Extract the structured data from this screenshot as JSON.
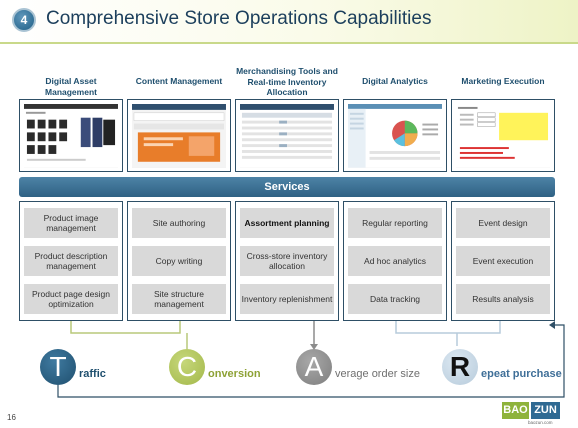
{
  "header": {
    "section_number": "4",
    "title": "Comprehensive Store Operations Capabilities"
  },
  "capabilities": [
    {
      "label": "Digital Asset Management"
    },
    {
      "label": "Content Management"
    },
    {
      "label": "Merchandising Tools and Real-time Inventory Allocation"
    },
    {
      "label": "Digital Analytics"
    },
    {
      "label": "Marketing Execution"
    }
  ],
  "services": {
    "title": "Services",
    "columns": [
      [
        "Product image management",
        "Product description management",
        "Product page design optimization"
      ],
      [
        "Site authoring",
        "Copy writing",
        "Site structure management"
      ],
      [
        "Assortment planning",
        "Cross-store inventory allocation",
        "Inventory replenishment"
      ],
      [
        "Regular reporting",
        "Ad hoc analytics",
        "Data tracking"
      ],
      [
        "Event design",
        "Event execution",
        "Results analysis"
      ]
    ]
  },
  "tcar": [
    {
      "letter": "T",
      "rest": "raffic",
      "color": "#1f4f6e"
    },
    {
      "letter": "C",
      "rest": "onversion",
      "color": "#a3b84a"
    },
    {
      "letter": "A",
      "rest": "verage order size",
      "color": "#7e7e7e"
    },
    {
      "letter": "R",
      "rest": "epeat purchase",
      "color": "#b7cbdb"
    }
  ],
  "footer": {
    "page_number": "16",
    "logo_left": "BAO",
    "logo_right": "ZUN",
    "logo_site": "baozun.com"
  }
}
